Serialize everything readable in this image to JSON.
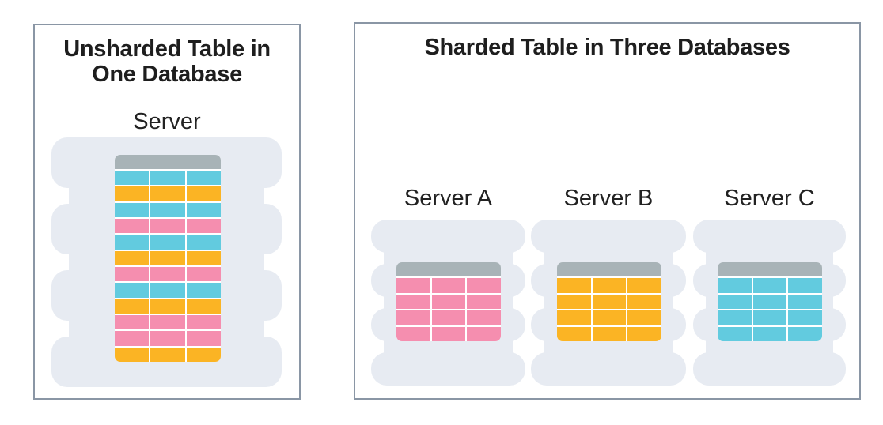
{
  "left_panel": {
    "title_line1": "Unsharded Table in",
    "title_line2": "One Database",
    "server_label": "Server",
    "table_rows": [
      "cyan",
      "orange",
      "cyan",
      "pink",
      "cyan",
      "orange",
      "pink",
      "cyan",
      "orange",
      "pink",
      "pink",
      "orange"
    ]
  },
  "right_panel": {
    "title": "Sharded Table in Three Databases",
    "servers": [
      {
        "label": "Server A",
        "row_color": "pink"
      },
      {
        "label": "Server B",
        "row_color": "orange"
      },
      {
        "label": "Server C",
        "row_color": "cyan"
      }
    ]
  },
  "colors": {
    "cyan": "#62cbdf",
    "orange": "#fbb424",
    "pink": "#f58eaf",
    "table_header": "#a8b3b7",
    "server_disk": "#e7ebf2",
    "panel_border": "#8a96a5"
  }
}
